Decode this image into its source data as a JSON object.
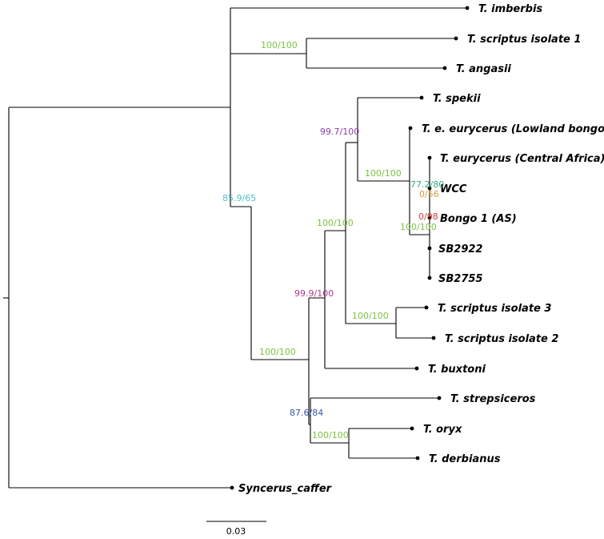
{
  "tree": {
    "tips": [
      {
        "id": "imberbis",
        "label": "T. imberbis"
      },
      {
        "id": "scriptus1",
        "label": "T. scriptus isolate 1"
      },
      {
        "id": "angasii",
        "label": "T. angasii"
      },
      {
        "id": "spekii",
        "label": "T. spekii"
      },
      {
        "id": "lowland",
        "label": "T. e. eurycerus (Lowland bongo)"
      },
      {
        "id": "central",
        "label": "T. eurycerus (Central Africa)"
      },
      {
        "id": "wcc",
        "label": "WCC"
      },
      {
        "id": "bongo1",
        "label": "Bongo 1 (AS)"
      },
      {
        "id": "sb2922",
        "label": "SB2922"
      },
      {
        "id": "sb2755",
        "label": "SB2755"
      },
      {
        "id": "scriptus3",
        "label": "T. scriptus isolate 3"
      },
      {
        "id": "scriptus2",
        "label": "T. scriptus isolate 2"
      },
      {
        "id": "buxtoni",
        "label": "T. buxtoni"
      },
      {
        "id": "strepsiceros",
        "label": "T. strepsiceros"
      },
      {
        "id": "oryx",
        "label": "T. oryx"
      },
      {
        "id": "derbianus",
        "label": "T. derbianus"
      },
      {
        "id": "syncerus",
        "label": "Syncerus_caffer"
      }
    ],
    "support_values": [
      {
        "id": "s_scriptus1_angasii",
        "text": "100/100",
        "color": "#7dc242"
      },
      {
        "id": "s_main",
        "text": "85.9/65",
        "color": "#4fbfcf"
      },
      {
        "id": "s_spekii_bongo",
        "text": "99.7/100",
        "color": "#8a3fa6"
      },
      {
        "id": "s_bongo",
        "text": "100/100",
        "color": "#7dc242"
      },
      {
        "id": "s_central_group",
        "text": "77.2/80",
        "color": "#3aaa7a"
      },
      {
        "id": "s_wcc_group",
        "text": "0/56",
        "color": "#d89a3a"
      },
      {
        "id": "s_bongo1_group",
        "text": "0/98",
        "color": "#d23c3c"
      },
      {
        "id": "s_sb_group",
        "text": "100/100",
        "color": "#7dc242"
      },
      {
        "id": "s_spekii_scriptus",
        "text": "100/100",
        "color": "#7dc242"
      },
      {
        "id": "s_buxtoni_group",
        "text": "99.9/100",
        "color": "#b03a8c"
      },
      {
        "id": "s_scriptus32",
        "text": "100/100",
        "color": "#7dc242"
      },
      {
        "id": "s_tragelaphus",
        "text": "100/100",
        "color": "#7dc242"
      },
      {
        "id": "s_strep_group",
        "text": "87.6/84",
        "color": "#3a5aa6"
      },
      {
        "id": "s_oryx_derb",
        "text": "100/100",
        "color": "#7dc242"
      }
    ],
    "scale_bar": {
      "label": "0.03"
    }
  }
}
